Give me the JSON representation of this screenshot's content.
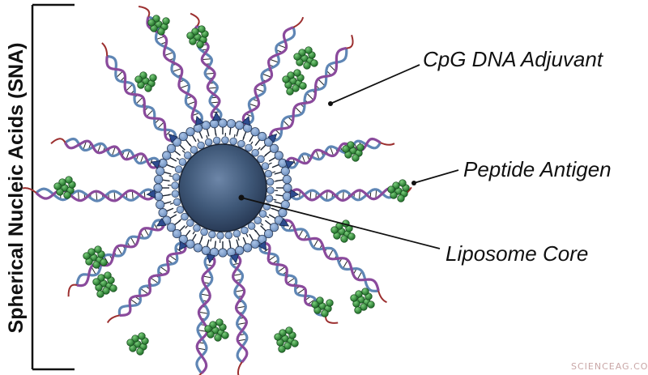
{
  "title": "Spherical Nucleic Acids (SNA)",
  "labels": {
    "cpg": "CpG DNA Adjuvant",
    "peptide": "Peptide Antigen",
    "core": "Liposome Core"
  },
  "watermark": "SCIENCEAG.COM",
  "colors": {
    "core_dark": "#24344f",
    "core_mid": "#3f5878",
    "core_light": "#6d86a8",
    "lipid_head": "#7b9cc9",
    "lipid_tail": "#1b2433",
    "dna_blue": "#5f86b5",
    "dna_purple": "#8a4a9c",
    "dna_red": "#9c2f2f",
    "peptide_green": "#2f8a36",
    "anchor": "#2d4c8f",
    "ink": "#111111"
  }
}
